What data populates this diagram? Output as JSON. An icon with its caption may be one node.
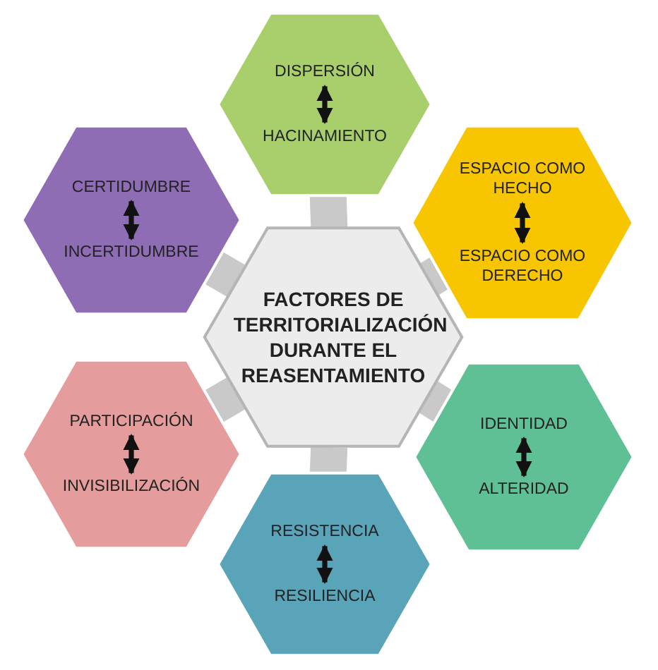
{
  "diagram": {
    "nodes": [
      {
        "text": [
          "FACTORES DE TERRITORIALIZACIÓN DURANTE EL REASENTAMIENTO"
        ]
      },
      {
        "text": [],
        "shape": "hexagon"
      },
      {
        "text": [
          "DISPERSIÓN"
        ],
        "in": 1
      },
      {
        "text": [
          "HACINAMIENTO"
        ],
        "in": 1
      },
      {
        "text": [],
        "shape": "hexagon"
      },
      {
        "text": [
          "ESPACIO COMO HECHO"
        ],
        "in": 4
      },
      {
        "text": [
          "ESPACIO COMO DERECHO"
        ],
        "in": 4
      },
      {
        "text": [],
        "shape": "hexagon"
      },
      {
        "text": [
          "IDENTIDAD"
        ],
        "in": 7
      },
      {
        "text": [
          "ALTERIDAD"
        ],
        "in": 7
      },
      {
        "text": [],
        "shape": "hexagon"
      },
      {
        "text": [
          "RESISTENCIA"
        ],
        "in": 10
      },
      {
        "text": [
          "RESILIENCIA"
        ],
        "in": 10
      },
      {
        "text": [],
        "shape": "hexagon"
      },
      {
        "text": [
          "PARTICIPACIÓN"
        ],
        "in": 13
      },
      {
        "text": [
          "INVISIBILIZACIÓN"
        ],
        "in": 13
      },
      {
        "text": [],
        "shape": "hexagon"
      },
      {
        "text": [
          "CERTIDUMBRE"
        ],
        "in": 16
      },
      {
        "text": [
          "INCERTIDUMBRE"
        ],
        "in": 16
      }
    ],
    "edges": [
      {
        "from": 0,
        "to": 1,
        "arrow": "none",
        "style": "thick",
        "color": "#c9c9c9"
      },
      {
        "from": 0,
        "to": 4,
        "arrow": "none",
        "style": "thick",
        "color": "#c9c9c9"
      },
      {
        "from": 0,
        "to": 7,
        "arrow": "none",
        "style": "thick",
        "color": "#c9c9c9"
      },
      {
        "from": 0,
        "to": 10,
        "arrow": "none",
        "style": "thick",
        "color": "#c9c9c9"
      },
      {
        "from": 0,
        "to": 13,
        "arrow": "none",
        "style": "thick",
        "color": "#c9c9c9"
      },
      {
        "from": 0,
        "to": 16,
        "arrow": "none",
        "style": "thick",
        "color": "#c9c9c9"
      },
      {
        "from": 2,
        "to": 3,
        "arrow": "both",
        "color": "#111111"
      },
      {
        "from": 5,
        "to": 6,
        "arrow": "both",
        "color": "#111111"
      },
      {
        "from": 8,
        "to": 9,
        "arrow": "both",
        "color": "#111111"
      },
      {
        "from": 11,
        "to": 12,
        "arrow": "both",
        "color": "#111111"
      },
      {
        "from": 14,
        "to": 15,
        "arrow": "both",
        "color": "#111111"
      },
      {
        "from": 17,
        "to": 18,
        "arrow": "both",
        "color": "#111111"
      }
    ]
  }
}
